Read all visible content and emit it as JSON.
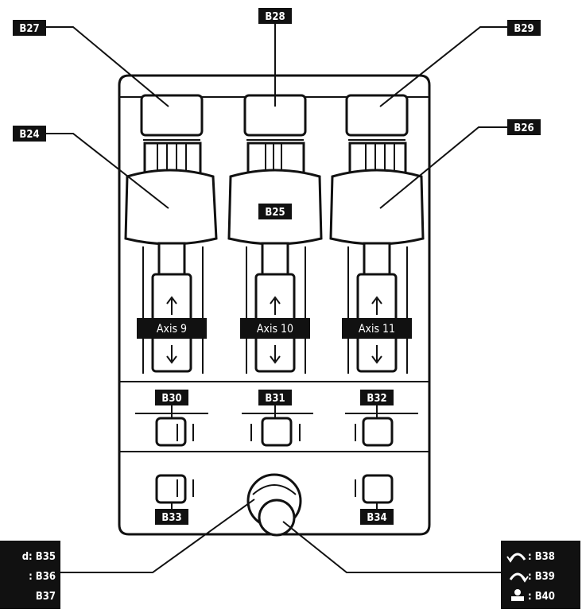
{
  "labels": {
    "b24": "B24",
    "b25": "B25",
    "b26": "B26",
    "b27": "B27",
    "b28": "B28",
    "b29": "B29",
    "b30": "B30",
    "b31": "B31",
    "b32": "B32",
    "b33": "B33",
    "b34": "B34"
  },
  "axes": {
    "axis9": "Axis 9",
    "axis10": "Axis 10",
    "axis11": "Axis 11"
  },
  "left_legend": {
    "line1": "d: B35",
    "line2": ": B36",
    "line3": "B37"
  },
  "right_legend": {
    "line1": ": B38",
    "line2": ": B39",
    "line3": ": B40"
  }
}
